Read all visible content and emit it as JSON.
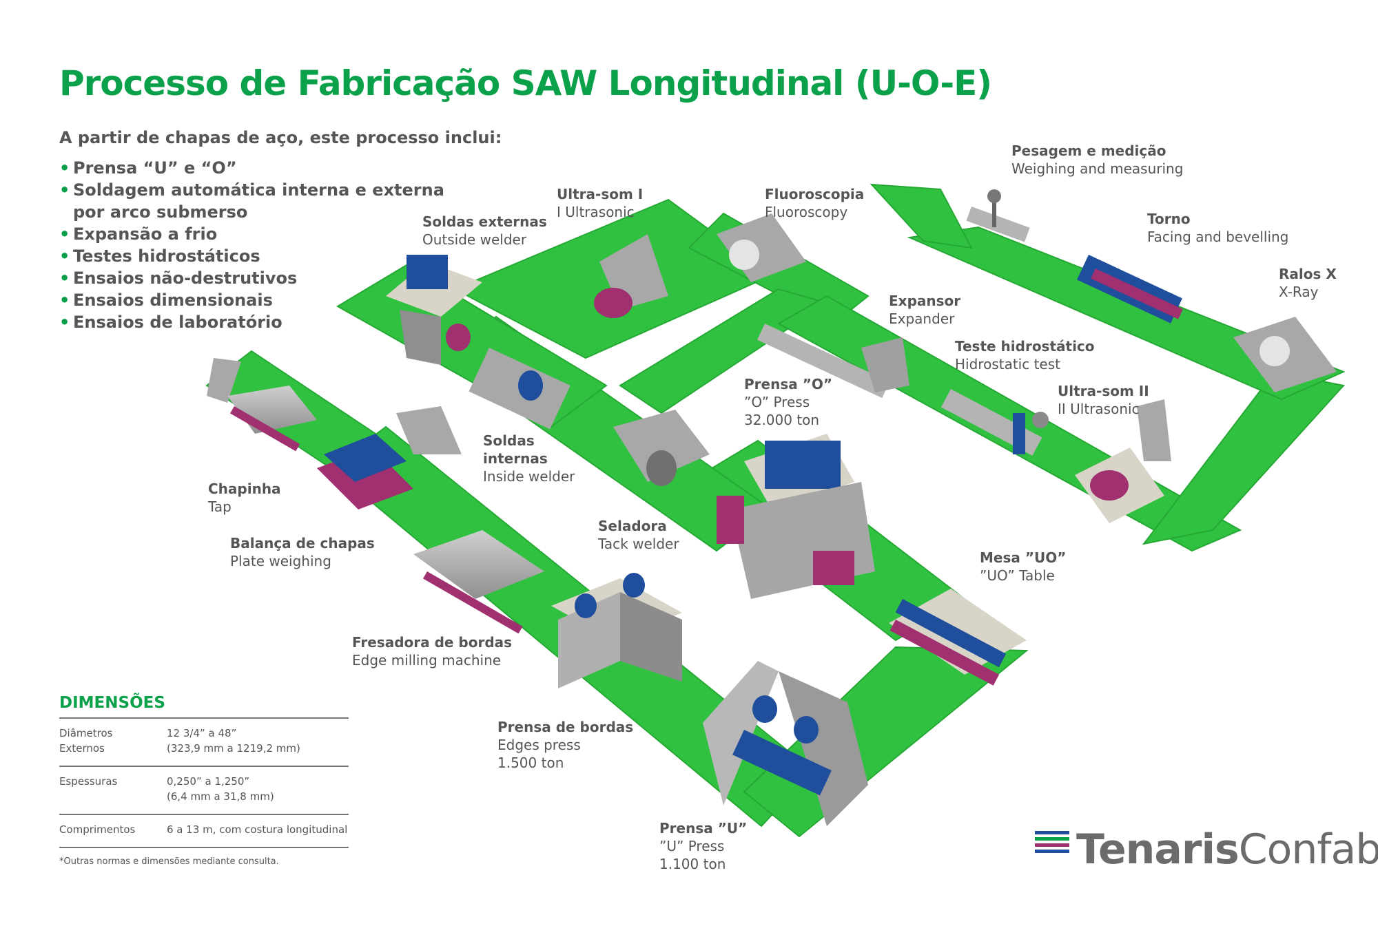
{
  "title": "Processo de Fabricação SAW Longitudinal (U-O-E)",
  "intro": "A partir de chapas de aço, este processo inclui:",
  "bullets": [
    "Prensa “U” e “O”",
    "Soldagem automática interna e externa",
    "por arco submerso",
    "Expansão a frio",
    "Testes hidrostáticos",
    "Ensaios não-destrutivos",
    "Ensaios dimensionais",
    "Ensaios de laboratório"
  ],
  "stations": {
    "tap": {
      "pt": "Chapinha",
      "en": "Tap"
    },
    "plate_weighing": {
      "pt": "Balança de chapas",
      "en": "Plate weighing"
    },
    "edge_milling": {
      "pt": "Fresadora de bordas",
      "en": "Edge milling machine"
    },
    "edges_press": {
      "pt": "Prensa de bordas",
      "en": "Edges press",
      "extra": "1.500 ton"
    },
    "u_press": {
      "pt": "Prensa ”U”",
      "en": "”U” Press",
      "extra": "1.100 ton"
    },
    "uo_table": {
      "pt": "Mesa ”UO”",
      "en": "”UO” Table"
    },
    "o_press": {
      "pt": "Prensa ”O”",
      "en": "”O” Press",
      "extra": "32.000 ton"
    },
    "tack_welder": {
      "pt": "Seladora",
      "en": "Tack welder"
    },
    "inside_welder": {
      "pt": "Soldas",
      "pt2": "internas",
      "en": "Inside welder"
    },
    "outside_welder": {
      "pt": "Soldas externas",
      "en": "Outside welder"
    },
    "ultrasonic_1": {
      "pt": "Ultra-som I",
      "en": "I Ultrasonic"
    },
    "fluoroscopy": {
      "pt": "Fluoroscopia",
      "en": "Fluoroscopy"
    },
    "expander": {
      "pt": "Expansor",
      "en": "Expander"
    },
    "hydrostatic": {
      "pt": "Teste hidrostático",
      "en": "Hidrostatic test"
    },
    "ultrasonic_2": {
      "pt": "Ultra-som II",
      "en": "II Ultrasonic"
    },
    "xray": {
      "pt": "Ralos X",
      "en": "X-Ray"
    },
    "facing": {
      "pt": "Torno",
      "en": "Facing and bevelling"
    },
    "weighing": {
      "pt": "Pesagem e medição",
      "en": "Weighing and measuring"
    }
  },
  "dimensions": {
    "title": "DIMENSÕES",
    "rows": [
      {
        "k1": "Diâmetros",
        "k2": "Externos",
        "v1": "12 3/4” a 48”",
        "v2": "(323,9 mm a 1219,2 mm)"
      },
      {
        "k1": "Espessuras",
        "k2": "",
        "v1": "0,250” a 1,250”",
        "v2": "(6,4 mm a 31,8 mm)"
      },
      {
        "k1": "Comprimentos",
        "k2": "",
        "v1": "6 a 13 m, com costura longitudinal",
        "v2": ""
      }
    ],
    "note": "*Outras normas e dimensões mediante consulta."
  },
  "logo": {
    "part1": "Tenaris",
    "part2": "Confab"
  },
  "colors": {
    "green": "#0aa14a",
    "track": "#2fc13f",
    "gray": "#9a9a9a",
    "blue": "#1f4e9c",
    "magenta": "#a0306f",
    "text": "#555555"
  }
}
